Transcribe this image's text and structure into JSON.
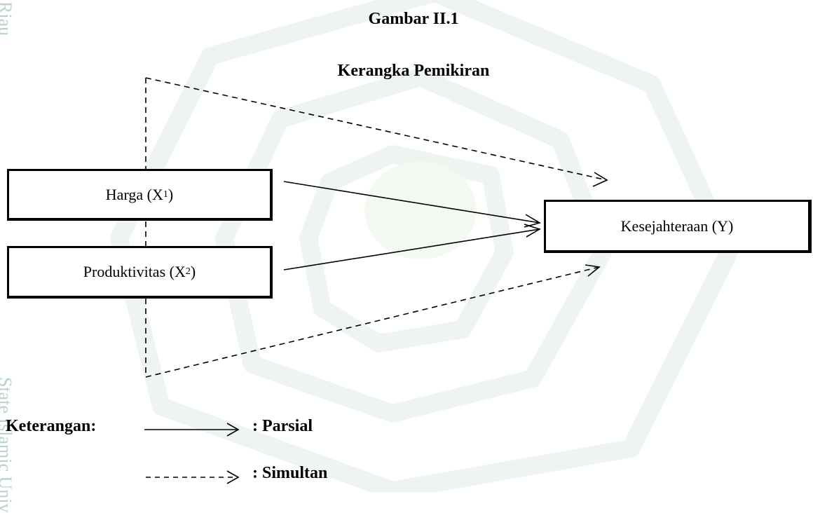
{
  "figure": {
    "number": "Gambar II.1",
    "title": "Kerangka Pemikiran"
  },
  "nodes": {
    "x1": {
      "label": "Harga (X",
      "sub": "1",
      "close": ")"
    },
    "x2": {
      "label": "Produktivitas (X",
      "sub": "2",
      "close": ")"
    },
    "y": {
      "label": "Kesejahteraan (Y)"
    }
  },
  "edges": [
    {
      "from": "x1",
      "to": "y",
      "style": "solid",
      "meaning": "parsial"
    },
    {
      "from": "x2",
      "to": "y",
      "style": "solid",
      "meaning": "parsial"
    },
    {
      "from": "x1,x2",
      "to": "y",
      "style": "dashed",
      "meaning": "simultan"
    }
  ],
  "legend": {
    "title": "Keterangan:",
    "partial": ": Parsial",
    "simultaneous": ": Simultan"
  },
  "watermark": {
    "side_text_top": "Riau",
    "side_text_mid": "State Islamic Univ",
    "color": "#b9d4c6"
  }
}
